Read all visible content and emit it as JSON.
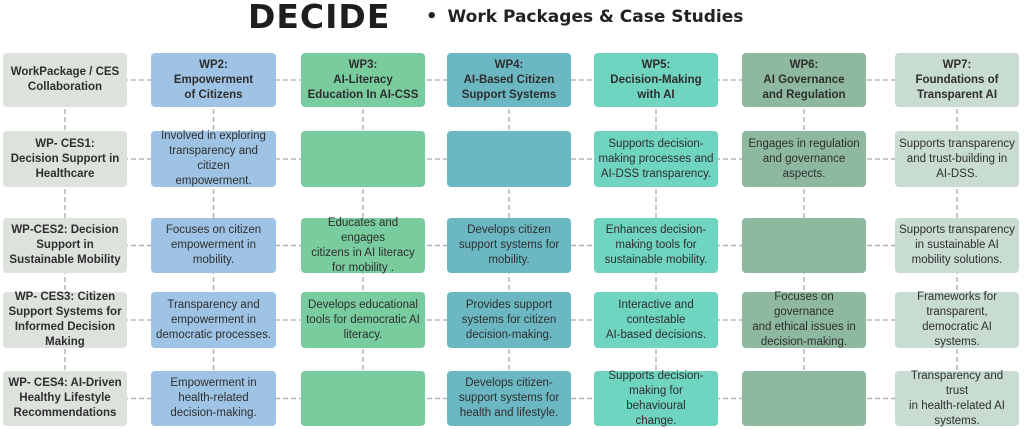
{
  "title": "DECIDE",
  "subtitle": "Work Packages & Case Studies",
  "subtitle_bullet": "•",
  "colors": {
    "corner": "#dde3dc",
    "wp2": "#9fc3e4",
    "wp3": "#79cc9e",
    "wp4": "#6cb8c2",
    "wp5": "#6fd4c0",
    "wp6": "#8eb8a0",
    "wp7": "#c9dcd2",
    "connector": "#b5b5b5"
  },
  "corner_label": "WorkPackage / CES\nCollaboration",
  "columns": [
    {
      "id": "wp2",
      "label": "WP2:\nEmpowerment\nof Citizens"
    },
    {
      "id": "wp3",
      "label": "WP3:\nAI-Literacy\nEducation In AI-CSS"
    },
    {
      "id": "wp4",
      "label": "WP4:\nAI-Based Citizen\nSupport Systems"
    },
    {
      "id": "wp5",
      "label": "WP5:\nDecision-Making\nwith AI"
    },
    {
      "id": "wp6",
      "label": "WP6:\nAI Governance\nand  Regulation"
    },
    {
      "id": "wp7",
      "label": "WP7:\nFoundations of\nTransparent AI"
    }
  ],
  "rows": [
    {
      "label": "WP- CES1:\nDecision Support in\nHealthcare",
      "cells": [
        "Involved in exploring\ntransparency and\ncitizen\nempowerment.",
        "",
        "",
        "Supports decision-\nmaking processes and\nAI-DSS transparency.",
        "Engages in regulation\nand governance\naspects.",
        "Supports transparency\nand trust-building in\nAI-DSS."
      ]
    },
    {
      "label": "WP-CES2: Decision\nSupport in\nSustainable Mobility",
      "cells": [
        "Focuses on citizen\nempowerment in\nmobility.",
        "Educates and engages\ncitizens in AI literacy\nfor mobility .",
        "Develops citizen\nsupport systems for\nmobility.",
        "Enhances decision-\nmaking tools for\nsustainable mobility.",
        "",
        "Supports transparency\nin sustainable AI\nmobility solutions."
      ]
    },
    {
      "label": "WP- CES3: Citizen\nSupport Systems for\nInformed Decision\nMaking",
      "cells": [
        "Transparency and\nempowerment in\ndemocratic processes.",
        "Develops educational\ntools for democratic AI\nliteracy.",
        "Provides support\nsystems for citizen\ndecision-making.",
        "Interactive and\ncontestable\nAI-based decisions.",
        "Focuses on governance\nand ethical issues in\ndecision-making.",
        "Frameworks for\ntransparent,\ndemocratic AI systems."
      ]
    },
    {
      "label": "WP- CES4: AI-Driven\nHealthy Lifestyle\nRecommendations",
      "cells": [
        "Empowerment in\nhealth-related\ndecision-making.",
        "",
        "Develops citizen-\nsupport systems for\nhealth and lifestyle.",
        "Supports decision-\nmaking for behavioural\nchange.",
        "",
        "Transparency and trust\nin health-related AI\nsystems."
      ]
    }
  ]
}
